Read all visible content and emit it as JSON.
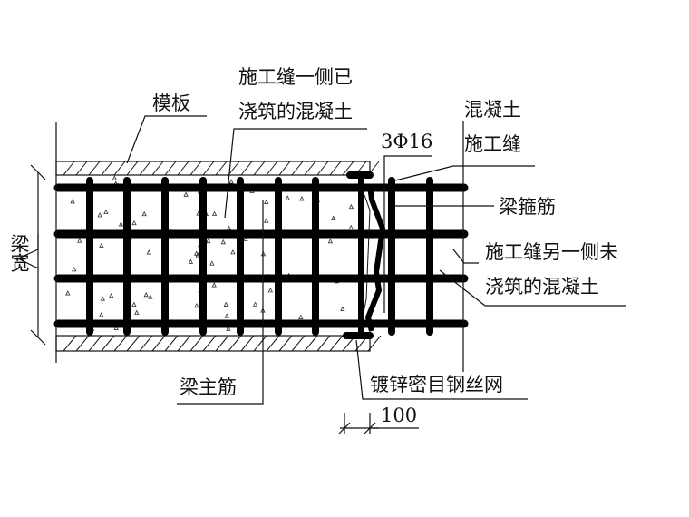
{
  "labels": {
    "formwork": "模板",
    "poured_side_1": "施工缝一侧已",
    "poured_side_2": "浇筑的混凝土",
    "rebar_spec": "3Φ16",
    "joint_1": "混凝土",
    "joint_2": "施工缝",
    "stirrup": "梁箍筋",
    "unpoured_1": "施工缝另一侧未",
    "unpoured_2": "浇筑的混凝土",
    "main_rebar": "梁主筋",
    "wire_mesh": "镀锌密目钢丝网",
    "beam_width": "梁宽",
    "dimension": "100"
  },
  "colors": {
    "ink": "#111111",
    "background": "#ffffff"
  }
}
